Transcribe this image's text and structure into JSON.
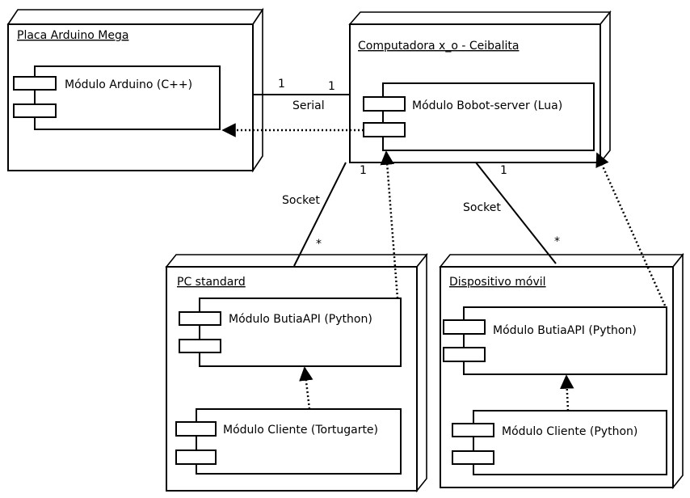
{
  "nodes": {
    "arduino": {
      "title": "Placa Arduino Mega",
      "component": "Módulo Arduino (C++)"
    },
    "computer": {
      "title": "Computadora x_o - Ceibalita",
      "component": "Módulo Bobot-server (Lua)"
    },
    "pc": {
      "title": "PC standard",
      "api_component": "Módulo ButiaAPI (Python)",
      "client_component": "Módulo Cliente (Tortugarte)"
    },
    "mobile": {
      "title": "Dispositivo móvil",
      "api_component": "Módulo ButiaAPI (Python)",
      "client_component": "Módulo Cliente (Python)"
    }
  },
  "connections": {
    "serial": {
      "label": "Serial",
      "left_multiplicity": "1",
      "right_multiplicity": "1"
    },
    "socket_pc": {
      "label": "Socket",
      "top_multiplicity": "1",
      "bottom_multiplicity": "*"
    },
    "socket_mobile": {
      "label": "Socket",
      "top_multiplicity": "1",
      "bottom_multiplicity": "*"
    }
  }
}
